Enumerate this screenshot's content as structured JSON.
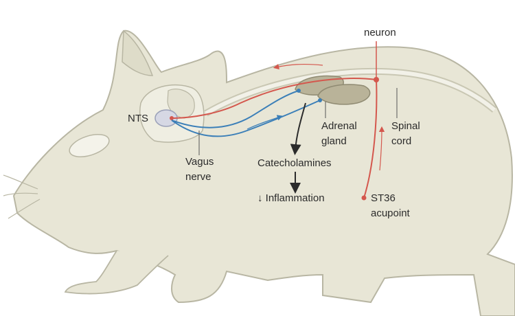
{
  "labels": {
    "nts": "NTS",
    "neuron": "neuron",
    "vagus_1": "Vagus",
    "vagus_2": "nerve",
    "adrenal_1": "Adrenal",
    "adrenal_2": "gland",
    "spinal_1": "Spinal",
    "spinal_2": "cord",
    "catecholamines": "Catecholamines",
    "inflammation": "↓ Inflammation",
    "st36_1": "ST36",
    "st36_2": "acupoint"
  },
  "colors": {
    "body_fill": "#e8e6d6",
    "outline": "#b8b6a3",
    "red_path": "#d4574d",
    "blue_path": "#3b7fb8",
    "arrow": "#2b2b2b",
    "adrenal": "#b9b399"
  }
}
